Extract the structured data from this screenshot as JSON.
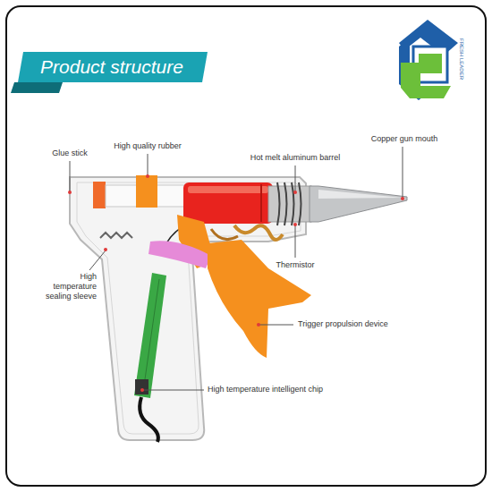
{
  "diagram": {
    "title": "Product structure",
    "labels": [
      "Glue stick",
      "High quality rubber",
      "Hot melt aluminum barrel",
      "Copper gun mouth",
      "Thermistor",
      "High temperature sealing sleeve",
      "Trigger propulsion device",
      "High temperature intelligent chip",
      "FRESH LEADER"
    ]
  }
}
